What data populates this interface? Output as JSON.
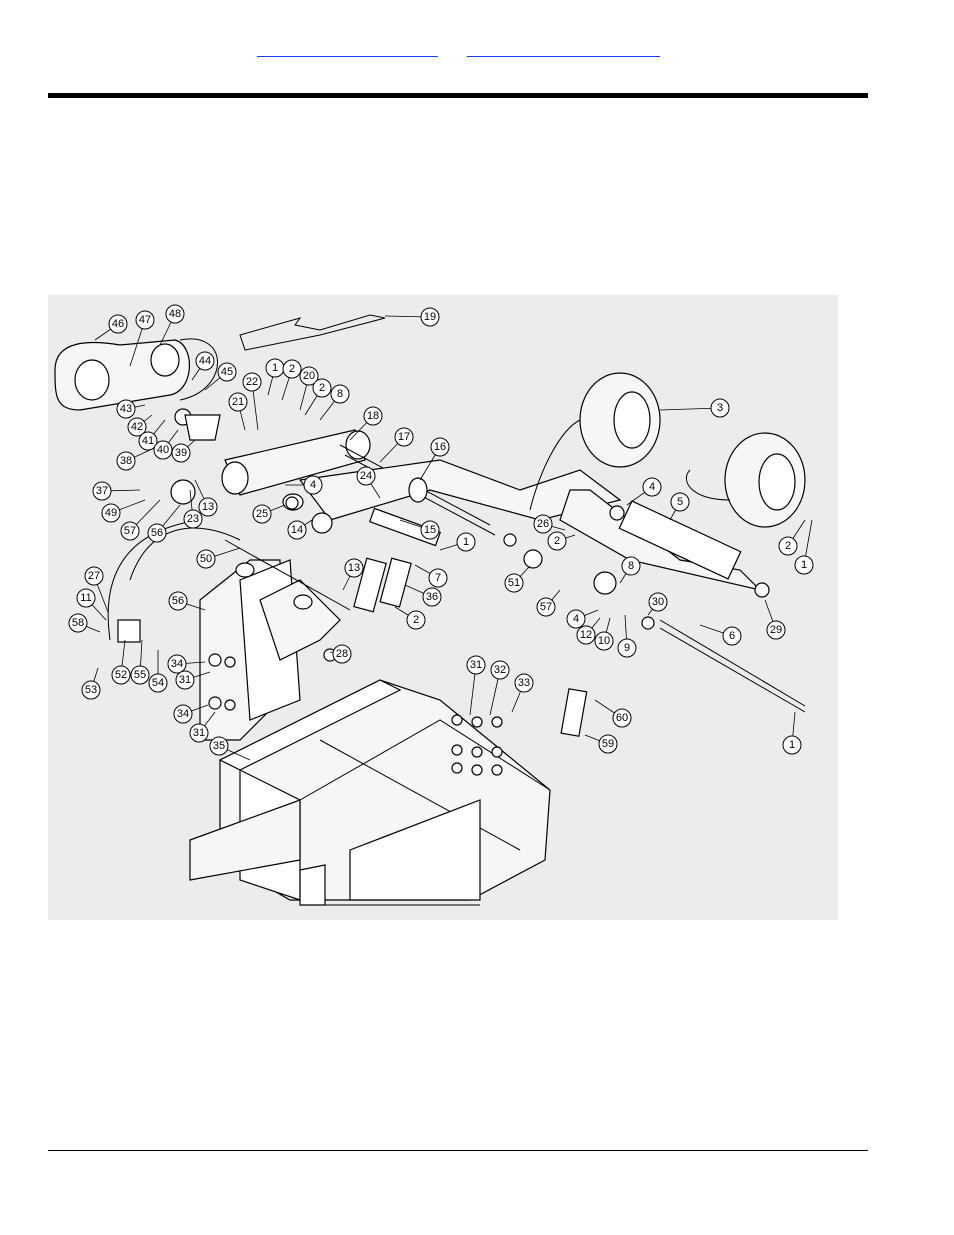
{
  "header": {
    "links": [
      "",
      ""
    ]
  },
  "diagram": {
    "callouts": [
      {
        "label": "46"
      },
      {
        "label": "47"
      },
      {
        "label": "48"
      },
      {
        "label": "19"
      },
      {
        "label": "44"
      },
      {
        "label": "45"
      },
      {
        "label": "22"
      },
      {
        "label": "1"
      },
      {
        "label": "2"
      },
      {
        "label": "20"
      },
      {
        "label": "2"
      },
      {
        "label": "8"
      },
      {
        "label": "43"
      },
      {
        "label": "42"
      },
      {
        "label": "41"
      },
      {
        "label": "40"
      },
      {
        "label": "39"
      },
      {
        "label": "21"
      },
      {
        "label": "18"
      },
      {
        "label": "17"
      },
      {
        "label": "16"
      },
      {
        "label": "3"
      },
      {
        "label": "38"
      },
      {
        "label": "24"
      },
      {
        "label": "4"
      },
      {
        "label": "5"
      },
      {
        "label": "1"
      },
      {
        "label": "2"
      },
      {
        "label": "37"
      },
      {
        "label": "49"
      },
      {
        "label": "57"
      },
      {
        "label": "56"
      },
      {
        "label": "23"
      },
      {
        "label": "13"
      },
      {
        "label": "4"
      },
      {
        "label": "25"
      },
      {
        "label": "14"
      },
      {
        "label": "15"
      },
      {
        "label": "26"
      },
      {
        "label": "2"
      },
      {
        "label": "1"
      },
      {
        "label": "30"
      },
      {
        "label": "29"
      },
      {
        "label": "50"
      },
      {
        "label": "13"
      },
      {
        "label": "7"
      },
      {
        "label": "51"
      },
      {
        "label": "8"
      },
      {
        "label": "36"
      },
      {
        "label": "57"
      },
      {
        "label": "56"
      },
      {
        "label": "27"
      },
      {
        "label": "11"
      },
      {
        "label": "2"
      },
      {
        "label": "4"
      },
      {
        "label": "12"
      },
      {
        "label": "10"
      },
      {
        "label": "9"
      },
      {
        "label": "6"
      },
      {
        "label": "58"
      },
      {
        "label": "28"
      },
      {
        "label": "34"
      },
      {
        "label": "31"
      },
      {
        "label": "52"
      },
      {
        "label": "55"
      },
      {
        "label": "54"
      },
      {
        "label": "53"
      },
      {
        "label": "31"
      },
      {
        "label": "32"
      },
      {
        "label": "33"
      },
      {
        "label": "60"
      },
      {
        "label": "34"
      },
      {
        "label": "31"
      },
      {
        "label": "59"
      },
      {
        "label": "1"
      },
      {
        "label": "35"
      }
    ]
  }
}
